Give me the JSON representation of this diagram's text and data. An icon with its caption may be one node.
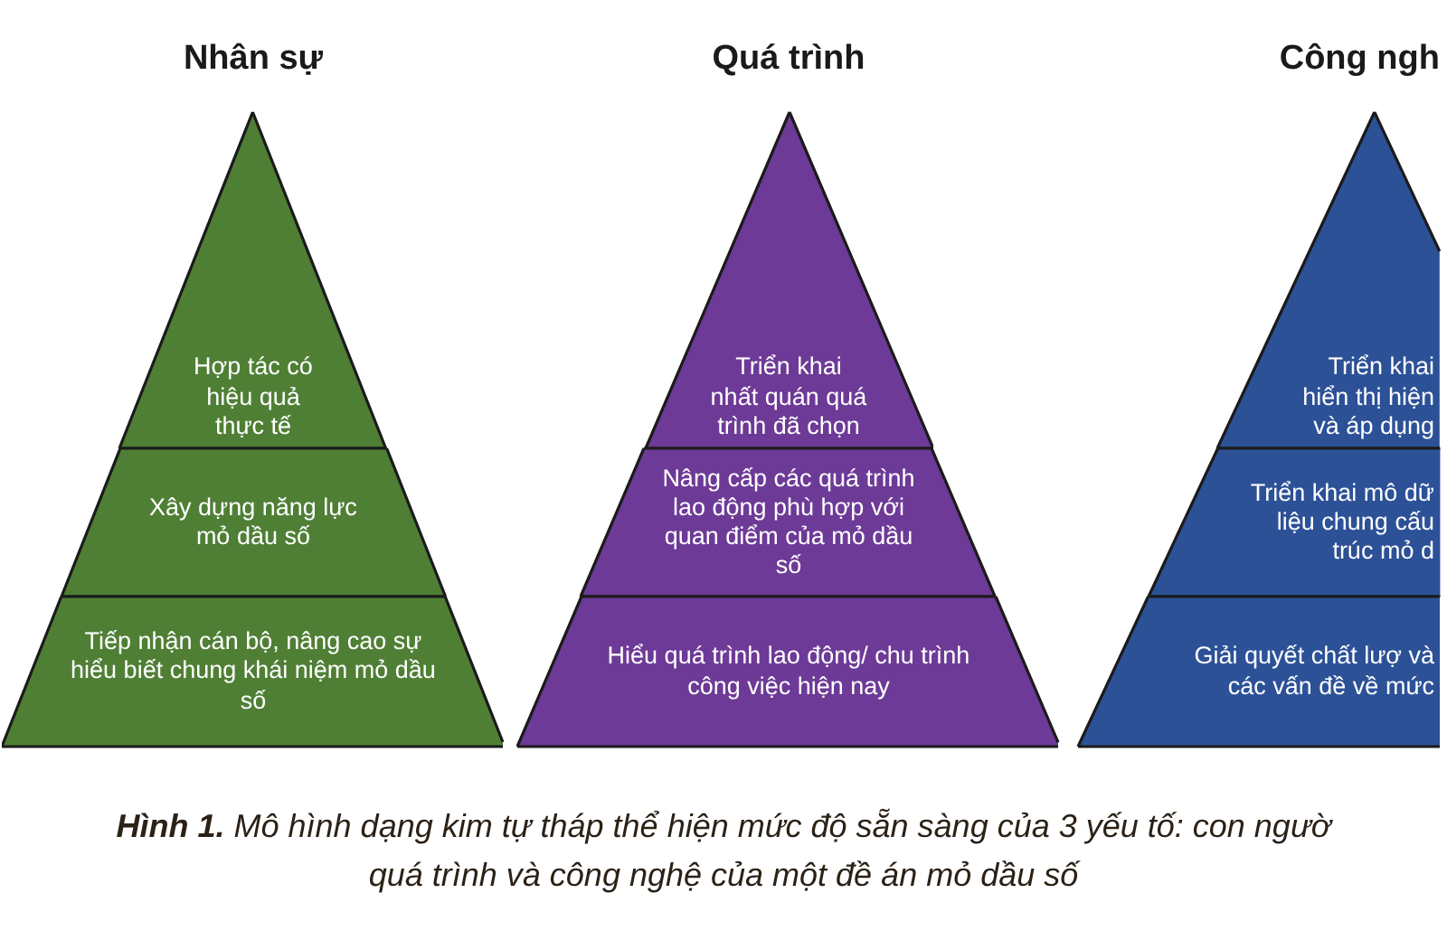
{
  "diagram": {
    "caption": "**Hình 1.** Mô hình dạng kim tự tháp thể hiện mức độ sẵn sàng của 3 yếu tố: con ngườ quá trình và công nghệ của một đề án mỏ dầu số",
    "nodes": [
      {
        "text": [
          "Nhân sự"
        ]
      },
      {
        "text": [
          "Hợp tác có hiệu quả thực tế"
        ],
        "in": 0
      },
      {
        "text": [
          "Xây dựng năng lực mỏ dầu số"
        ],
        "in": 0
      },
      {
        "text": [
          "Tiếp nhận cán bộ, nâng cao sự hiểu biết chung khái niệm mỏ dầu số"
        ],
        "in": 0
      },
      {
        "text": [
          "Quá trình"
        ]
      },
      {
        "text": [
          "Triển khai nhất quán quá trình đã chọn"
        ],
        "in": 4
      },
      {
        "text": [
          "Nâng cấp các quá trình lao động phù hợp với quan điểm của mỏ dầu số"
        ],
        "in": 4
      },
      {
        "text": [
          "Hiểu quá trình lao động/ chu trình công việc hiện nay"
        ],
        "in": 4
      },
      {
        "text": [
          "Công ngh"
        ]
      },
      {
        "text": [
          "Triển khai hiển thị hiện và áp dụng"
        ],
        "in": 8
      },
      {
        "text": [
          "Triển khai mô dữ liệu chung cấu trúc mỏ d"
        ],
        "in": 8
      },
      {
        "text": [
          "Giải quyết chất lượ và các vấn đề về mức"
        ],
        "in": 8
      }
    ]
  }
}
